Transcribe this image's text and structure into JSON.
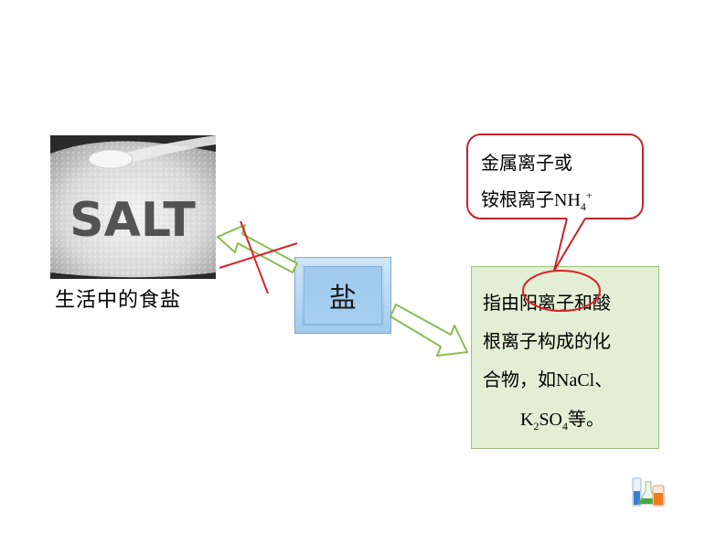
{
  "salt_image": {
    "caption": "生活中的食盐",
    "image_text": "SALT"
  },
  "center": {
    "label": "盐"
  },
  "callout": {
    "line1": "金属离子或",
    "line2_prefix": "铵根离子",
    "line2_formula": "NH",
    "line2_sub": "4",
    "line2_sup": "+"
  },
  "definition": {
    "line1_a": "指由",
    "line1_highlight": "阳离子",
    "line1_b": "和酸",
    "line2": "根离子构成的化",
    "line3_a": "合物，如",
    "line3_formula": "NaCl",
    "line3_b": "、",
    "line4_k": "K",
    "line4_k_sub": "2",
    "line4_so": "SO",
    "line4_so_sub": "4",
    "line4_tail": "等。"
  },
  "colors": {
    "arrow_outline": "#8cbc50",
    "cross_red": "#d8232a",
    "callout_border": "#c8232c",
    "definition_fill": "#e3efd4",
    "center_fill": "#a6cff0"
  },
  "icons": {
    "lab": "lab-flasks-icon"
  }
}
